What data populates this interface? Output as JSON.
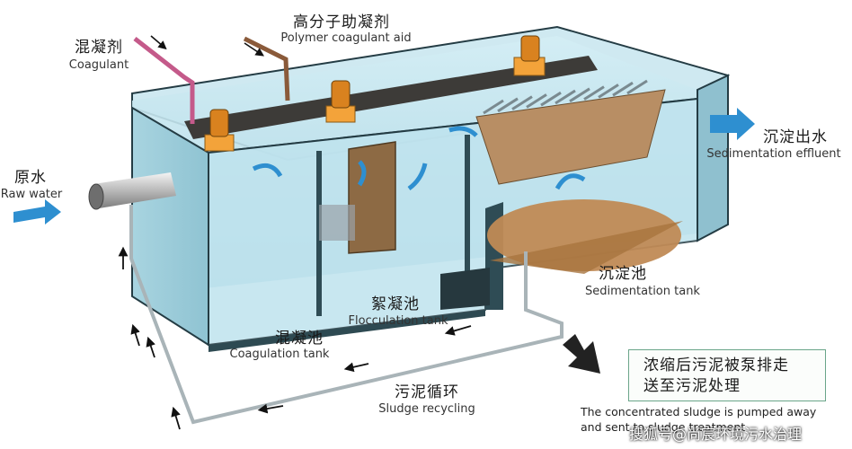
{
  "labels": {
    "coagulant_zh": "混凝剂",
    "coagulant_en": "Coagulant",
    "polymer_zh": "高分子助凝剂",
    "polymer_en": "Polymer coagulant aid",
    "raw_zh": "原水",
    "raw_en": "Raw water",
    "effluent_zh": "沉淀出水",
    "effluent_en": "Sedimentation effluent",
    "sed_tank_zh": "沉淀池",
    "sed_tank_en": "Sedimentation tank",
    "floc_tank_zh": "絮凝池",
    "floc_tank_en": "Flocculation tank",
    "coag_tank_zh": "混凝池",
    "coag_tank_en": "Coagulation tank",
    "recycle_zh": "污泥循环",
    "recycle_en": "Sludge recycling"
  },
  "note": {
    "line1": "浓缩后污泥被泵排走",
    "line2": "送至污泥处理",
    "en_line1": "The concentrated sludge is pumped away",
    "en_line2": "and sent to sludge treatment"
  },
  "watermark": "搜狐号@尚宸环境污水治理",
  "colors": {
    "water": "#bfe3ee",
    "flow_arrow": "#2e8fd0",
    "beam": "#3d3b38",
    "motor": "#f3a33a",
    "sludge": "#c08a55"
  }
}
